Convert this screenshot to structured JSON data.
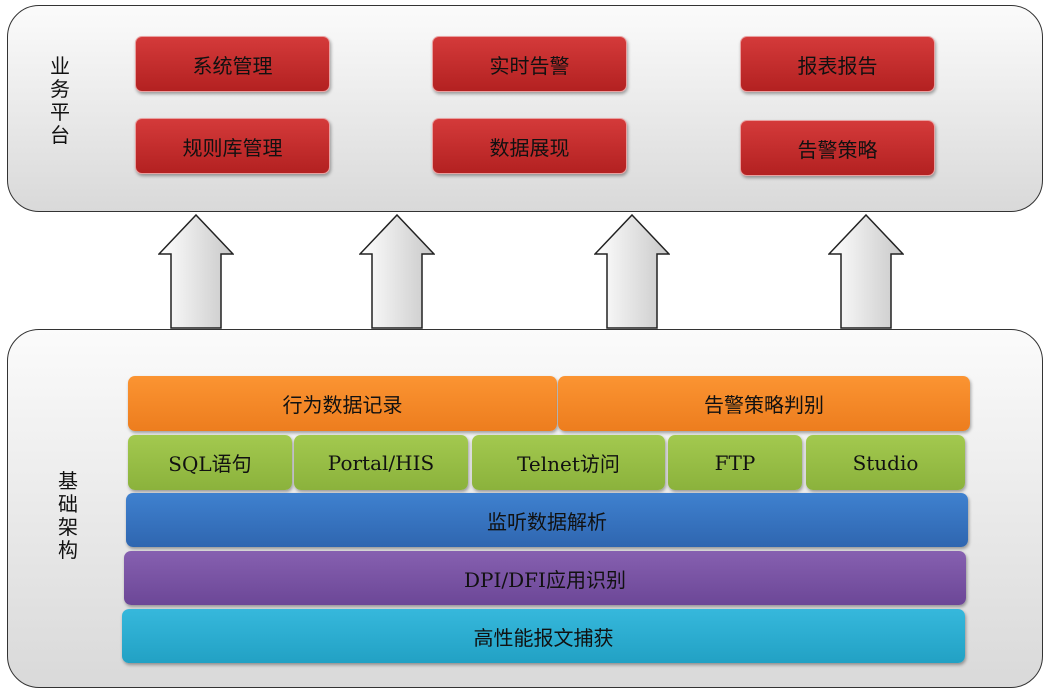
{
  "business_platform": {
    "label": "业务平台",
    "modules": [
      "系统管理",
      "实时告警",
      "报表报告",
      "规则库管理",
      "数据展现",
      "告警策略"
    ]
  },
  "infrastructure": {
    "label": "基础架构",
    "top_row": [
      "行为数据记录",
      "告警策略判别"
    ],
    "protocols": [
      "SQL语句",
      "Portal/HIS",
      "Telnet访问",
      "FTP",
      "Studio"
    ],
    "layers": [
      "监听数据解析",
      "DPI/DFI应用识别",
      "高性能报文捕获"
    ]
  }
}
